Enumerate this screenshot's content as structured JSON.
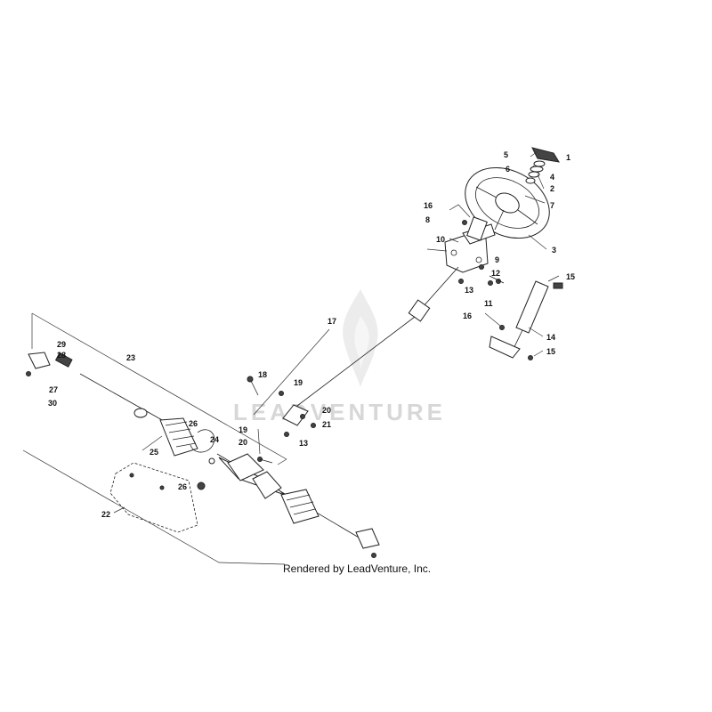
{
  "watermark": {
    "text": "LEADVENTURE",
    "logo_icon": "leadventure-flame-logo-icon"
  },
  "credit": "Rendered by LeadVenture, Inc.",
  "callouts": {
    "c1": "1",
    "c2": "2",
    "c3": "3",
    "c4": "4",
    "c5": "5",
    "c6": "6",
    "c7": "7",
    "c8": "8",
    "c9": "9",
    "c10": "10",
    "c11": "11",
    "c12": "12",
    "c13a": "13",
    "c13b": "13",
    "c14": "14",
    "c15a": "15",
    "c15b": "15",
    "c16a": "16",
    "c16b": "16",
    "c17": "17",
    "c18": "18",
    "c19a": "19",
    "c19b": "19",
    "c20a": "20",
    "c20b": "20",
    "c21": "21",
    "c22": "22",
    "c23": "23",
    "c24": "24",
    "c25": "25",
    "c26a": "26",
    "c26b": "26",
    "c27": "27",
    "c28": "28",
    "c29": "29",
    "c30": "30"
  },
  "colors": {
    "line": "#222222",
    "watermark": "#d7d7d7",
    "background": "#ffffff"
  }
}
